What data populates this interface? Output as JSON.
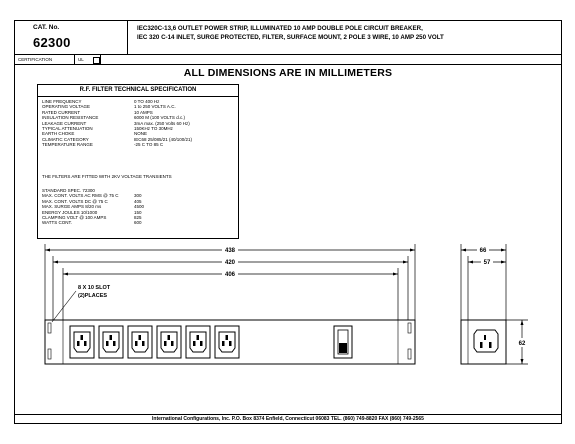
{
  "header": {
    "cat_label": "CAT. No.",
    "cat_number": "62300",
    "description_line1": "IEC320C-13,6 OUTLET POWER STRIP, ILLUMINATED 10 AMP DOUBLE POLE CIRCUIT BREAKER,",
    "description_line2": "IEC 320 C-14 INLET, SURGE PROTECTED, FILTER, SURFACE MOUNT, 2 POLE 3 WIRE, 10 AMP 250 VOLT",
    "certification_label": "CERTIFICATION",
    "ul_label": "UL"
  },
  "title": "ALL DIMENSIONS ARE IN MILLIMETERS",
  "spec_table": {
    "title": "R.F. FILTER TECHNICAL SPECIFICATION",
    "rows": [
      {
        "label": "LINE FREQUENCY",
        "value": "0 TO 400 Hz"
      },
      {
        "label": "OPERATING VOLTAGE",
        "value": "1 to 250 VOLTS A.C."
      },
      {
        "label": "RATED CURRENT",
        "value": "10 AMPS"
      },
      {
        "label": "INSULATION RESISTANCE",
        "value": "6000 M (100 VOLTS d.c.)"
      },
      {
        "label": "LEAKAGE CURRENT",
        "value": "3mA max. (250 Volts 60 Hz)"
      },
      {
        "label": "TYPICAL ATTENUATION",
        "value": "150KHz TO 30MHz"
      },
      {
        "label": "EARTH CHOKE",
        "value": "NONE"
      },
      {
        "label": "CLIMATIC CATEGORY",
        "value": "IEC68 25/085/21 (40/100/21)"
      },
      {
        "label": "TEMPERATURE RANGE",
        "value": "-25 C TO 85 C"
      }
    ],
    "note": "THE FILTERS ARE FITTED WITH 2KV VOLTAGE TRANSIENTS",
    "standard_title": "STANDARD SPEC. 72300",
    "standard_rows": [
      {
        "label": "MAX. CONT. VOLTS AC RMS @ 75 C",
        "value": "300"
      },
      {
        "label": "MAX. CONT. VOLTS DC @ 75 C",
        "value": "405"
      },
      {
        "label": "MAX. SURGE AMPS 8/20 ms",
        "value": "4500"
      },
      {
        "label": "ENERGY JOULES 10/1000",
        "value": "150"
      },
      {
        "label": "CLAMPING VOLT @ 100 AMPS",
        "value": "825"
      },
      {
        "label": "WATTS CONT.",
        "value": "600"
      }
    ]
  },
  "drawing": {
    "dim_overall": "438",
    "dim_mid": "420",
    "dim_inner": "406",
    "dim_side_width": "66",
    "dim_side_inner": "57",
    "dim_height": "62",
    "slot_note_line1": "8 X 10 SLOT",
    "slot_note_line2": "(2)PLACES",
    "outlet_count": 6
  },
  "footer": "International Configurations, Inc.   P.O. Box 8374   Enfield, Connecticut 06083 TEL. (860) 749-8820  FAX (860) 749-2565"
}
